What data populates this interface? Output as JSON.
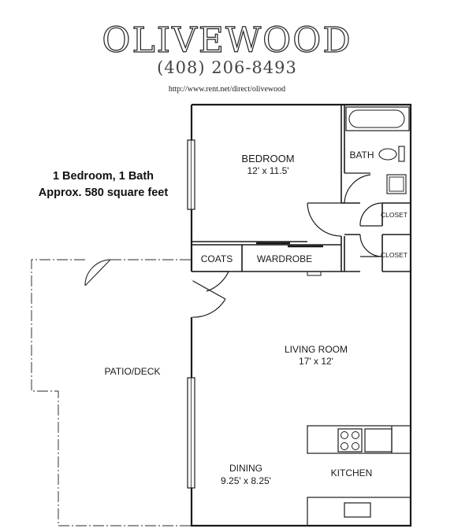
{
  "header": {
    "brand": "OLIVEWOOD",
    "phone": "(408) 206-8493",
    "url": "http://www.rent.net/direct/olivewood"
  },
  "summary": {
    "line1": "1 Bedroom, 1 Bath",
    "line2": "Approx. 580 square feet"
  },
  "rooms": {
    "bedroom": {
      "name": "BEDROOM",
      "size": "12' x 11.5'"
    },
    "bath": {
      "name": "BATH"
    },
    "closet1": {
      "name": "CLOSET"
    },
    "closet2": {
      "name": "CLOSET"
    },
    "coats": {
      "name": "COATS"
    },
    "wardrobe": {
      "name": "WARDROBE"
    },
    "living": {
      "name": "LIVING ROOM",
      "size": "17' x 12'"
    },
    "patio": {
      "name": "PATIO/DECK"
    },
    "dining": {
      "name": "DINING",
      "size": "9.25' x 8.25'"
    },
    "kitchen": {
      "name": "KITCHEN"
    }
  }
}
